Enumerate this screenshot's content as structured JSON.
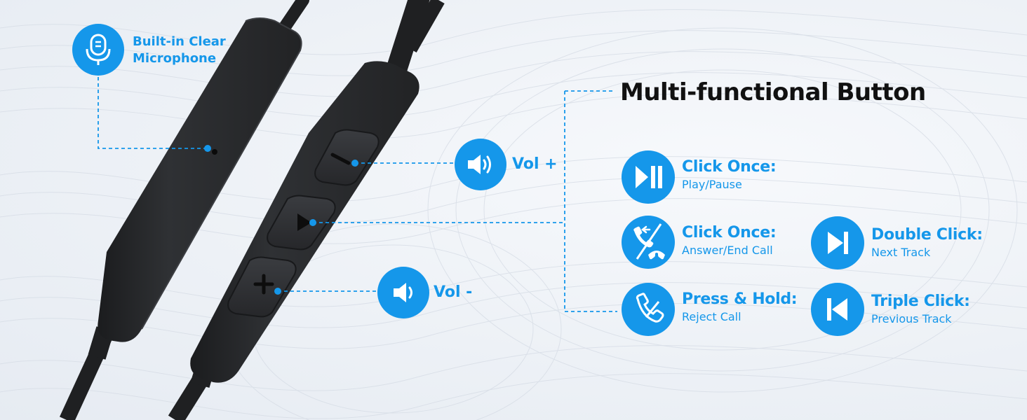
{
  "colors": {
    "accent": "#1597ea",
    "remote_body": "#2a2c2e",
    "cable": "#1f2022",
    "title": "#111111"
  },
  "microphone": {
    "label_line1": "Built-in Clear",
    "label_line2": "Microphone",
    "icon": "microphone-icon"
  },
  "volume": {
    "plus_label": "Vol +",
    "plus_icon": "speaker-loud-icon",
    "minus_label": "Vol -",
    "minus_icon": "speaker-soft-icon"
  },
  "multi_function": {
    "title": "Multi-functional Button",
    "items": [
      {
        "title": "Click Once:",
        "desc": "Play/Pause",
        "icon": "play-pause-icon"
      },
      {
        "title": "Click Once:",
        "desc": "Answer/End Call",
        "icon": "answer-end-call-icon"
      },
      {
        "title": "Press & Hold:",
        "desc": "Reject Call",
        "icon": "reject-call-icon"
      },
      {
        "title": "Double Click:",
        "desc": "Next Track",
        "icon": "next-track-icon"
      },
      {
        "title": "Triple Click:",
        "desc": "Previous Track",
        "icon": "previous-track-icon"
      }
    ]
  }
}
